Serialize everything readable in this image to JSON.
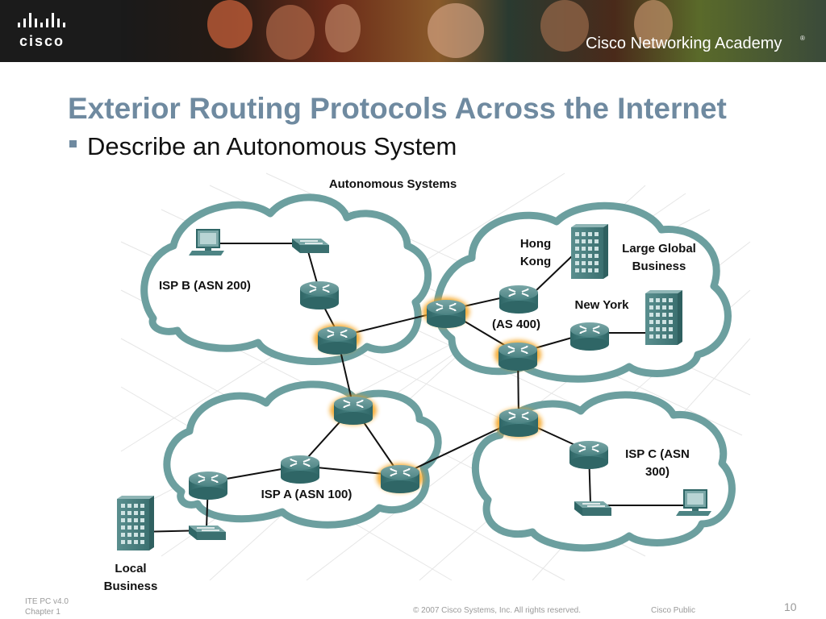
{
  "header": {
    "logo_text": "cisco",
    "brand_text": "Cisco Networking Academy",
    "brand_mark": "®"
  },
  "slide": {
    "title": "Exterior Routing Protocols Across the Internet",
    "bullet": "Describe an Autonomous System"
  },
  "diagram": {
    "title": "Autonomous Systems",
    "labels": {
      "isp_b": "ISP B (ASN 200)",
      "hong_kong_1": "Hong",
      "hong_kong_2": "Kong",
      "large_global_1": "Large Global",
      "large_global_2": "Business",
      "new_york": "New York",
      "as400": "(AS 400)",
      "isp_c_1": "ISP C (ASN",
      "isp_c_2": "300)",
      "isp_a": "ISP A (ASN 100)",
      "local_1": "Local",
      "local_2": "Business"
    }
  },
  "footer": {
    "course": "ITE PC v4.0",
    "chapter": "Chapter 1",
    "copyright": "© 2007 Cisco Systems, Inc. All rights reserved.",
    "classification": "Cisco Public",
    "page": "10"
  }
}
